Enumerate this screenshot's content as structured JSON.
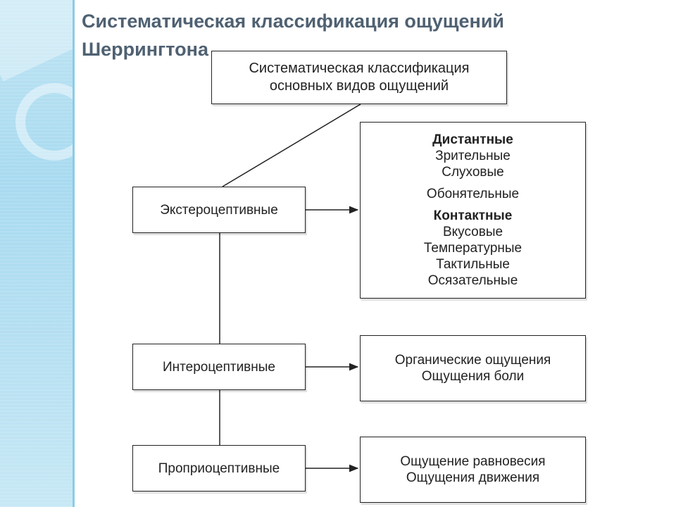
{
  "title": "Систематическая классификация ощущений Шеррингтона",
  "root_box": {
    "line1": "Систематическая классификация",
    "line2": "основных видов ощущений"
  },
  "categories": {
    "extero": "Экстероцептивные",
    "intero": "Интероцептивные",
    "proprio": "Проприоцептивные"
  },
  "extero_details": {
    "distant_head": "Дистантные",
    "distant_items": [
      "Зрительные",
      "Слуховые",
      "Обонятельные"
    ],
    "contact_head": "Контактные",
    "contact_items": [
      "Вкусовые",
      "Температурные",
      "Тактильные",
      "Осязательные"
    ]
  },
  "intero_details": [
    "Органические ощущения",
    "Ощущения боли"
  ],
  "proprio_details": [
    "Ощущение равновесия",
    "Ощущения движения"
  ],
  "colors": {
    "title": "#4f6172",
    "side_band": "#a8daf0",
    "lines": "#222222"
  }
}
